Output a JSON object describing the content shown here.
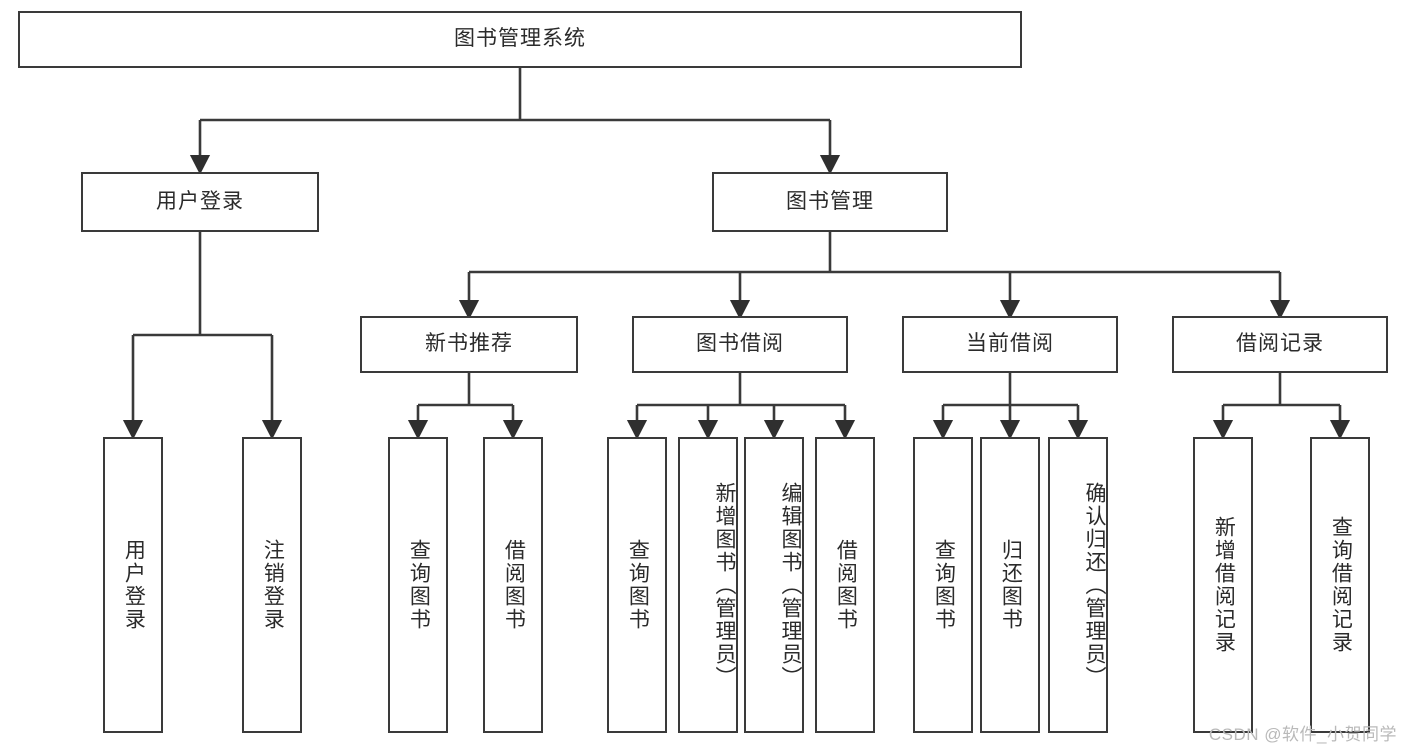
{
  "diagram": {
    "title": "图书管理系统",
    "type": "tree-structure-chart",
    "watermark": "CSDN @软件_小贺同学",
    "colors": {
      "stroke": "#3a3a3a",
      "text": "#2b2b2b",
      "background": "#ffffff",
      "watermark": "#b9b9b9"
    },
    "root": {
      "label": "图书管理系统"
    },
    "level2": [
      {
        "label": "用户登录"
      },
      {
        "label": "图书管理"
      }
    ],
    "level3": [
      {
        "label": "新书推荐"
      },
      {
        "label": "图书借阅"
      },
      {
        "label": "当前借阅"
      },
      {
        "label": "借阅记录"
      }
    ],
    "leaves": {
      "user_login": [
        {
          "label": "用户登录"
        },
        {
          "label": "注销登录"
        }
      ],
      "new_book": [
        {
          "label": "查询图书"
        },
        {
          "label": "借阅图书"
        }
      ],
      "book_borrow": [
        {
          "label": "查询图书"
        },
        {
          "label": "新增图书（管理员）"
        },
        {
          "label": "编辑图书（管理员）"
        },
        {
          "label": "借阅图书"
        }
      ],
      "current_borrow": [
        {
          "label": "查询图书"
        },
        {
          "label": "归还图书"
        },
        {
          "label": "确认归还（管理员）"
        }
      ],
      "borrow_record": [
        {
          "label": "新增借阅记录"
        },
        {
          "label": "查询借阅记录"
        }
      ]
    }
  }
}
